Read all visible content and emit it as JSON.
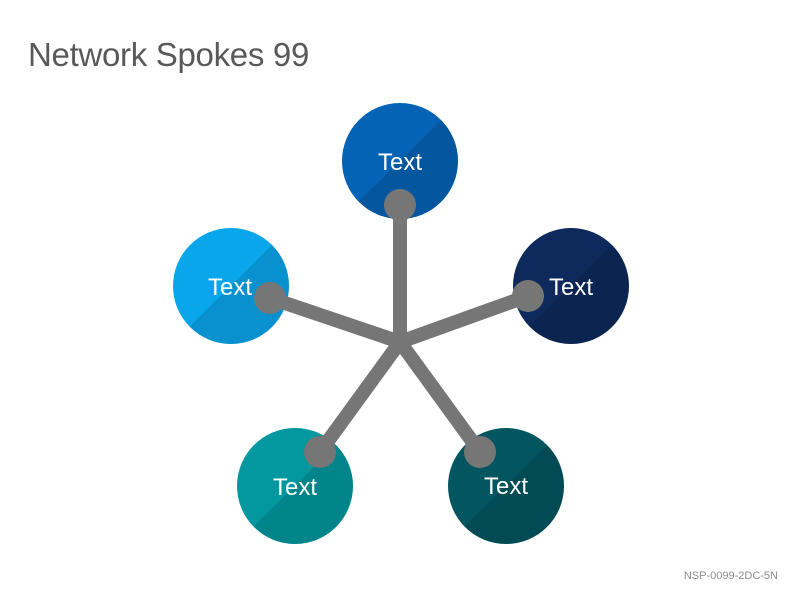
{
  "title": "Network Spokes 99",
  "code": "NSP-0099-2DC-5N",
  "nodes": [
    {
      "label": "Text",
      "color": "#0563B5"
    },
    {
      "label": "Text",
      "color": "#0E2A5C"
    },
    {
      "label": "Text",
      "color": "#035660"
    },
    {
      "label": "Text",
      "color": "#03979F"
    },
    {
      "label": "Text",
      "color": "#0AA6EB"
    }
  ],
  "spoke_color": "#767676"
}
